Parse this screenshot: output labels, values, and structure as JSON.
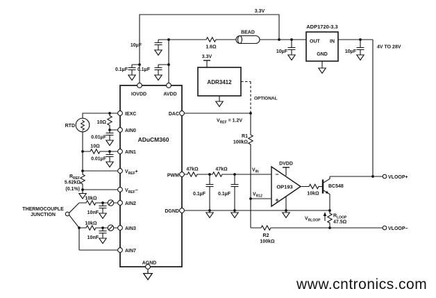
{
  "watermark": {
    "text": "www.cntronics.com",
    "color": "#bcdcae"
  },
  "supply": {
    "rail": "3.3V",
    "bulk_cap": "10µF",
    "iovdd_cap": "0.1µF",
    "avdd_cap": "0.1µF",
    "ferrite_res": "1.6Ω",
    "bead": "BEAD",
    "reg_name": "ADP1720-3.3",
    "reg_out": "OUT",
    "reg_in": "IN",
    "reg_gnd": "GND",
    "reg_out_cap": "10µF",
    "reg_in_cap": "10µF",
    "loop_supply": "4V TO 28V"
  },
  "vref": {
    "name": "ADR3412",
    "supply": "3.3V",
    "optional": "OPTIONAL",
    "eq_v": "V",
    "eq_sub": "REF",
    "eq_rest": " = 1.2V"
  },
  "mcu": {
    "name": "ADuCM360",
    "iovdd": "IOVDD",
    "avdd": "AVDD",
    "iexc": "IEXC",
    "ain0": "AIN0",
    "ain1": "AIN1",
    "vref_v": "V",
    "vref_sub": "REF",
    "vrefp_sign": "+",
    "vrefn_sign": "−",
    "ain2": "AIN2",
    "ain3": "AIN3",
    "ain7": "AIN7",
    "dac": "DAC",
    "pwm": "PWM",
    "dgnd": "DGND",
    "agnd": "AGND"
  },
  "rtd": {
    "label": "RTD",
    "r_top": "10Ω",
    "c_ain0": "0.01µF",
    "r_ain1": "10Ω",
    "c_ain1": "0.01µF",
    "rref_r": "R",
    "rref_sub": "REF",
    "rref_val": "5.62kΩ",
    "rref_tol": "(0.1%)"
  },
  "tc": {
    "line1": "THERMOCOUPLE",
    "line2": "JUNCTION",
    "r_ain2": "10kΩ",
    "c_ain2": "10nF",
    "r_ain3": "10kΩ",
    "c_ain3": "10nF"
  },
  "loop": {
    "r1": "R1",
    "r1_val": "100kΩ",
    "pwm_r1": "47kΩ",
    "pwm_r2": "47kΩ",
    "pwm_c1": "0.1µF",
    "pwm_c2": "0.1µF",
    "vin_v": "V",
    "vin_sub": "IN",
    "vr12_v": "V",
    "vr12_sub": "R12",
    "dvdd": "DVDD",
    "opamp": "OP193",
    "minus": "−",
    "plus": "+",
    "r_base": "10kΩ",
    "bjt": "BC548",
    "vrloop_v": "V",
    "vrloop_sub": "RLOOP",
    "rloop_r": "R",
    "rloop_sub": "LOOP",
    "rloop_val": "47.5Ω",
    "r2": "R2",
    "r2_val": "100kΩ",
    "vloop_p": "VLOOP+",
    "vloop_n": "VLOOP−"
  }
}
